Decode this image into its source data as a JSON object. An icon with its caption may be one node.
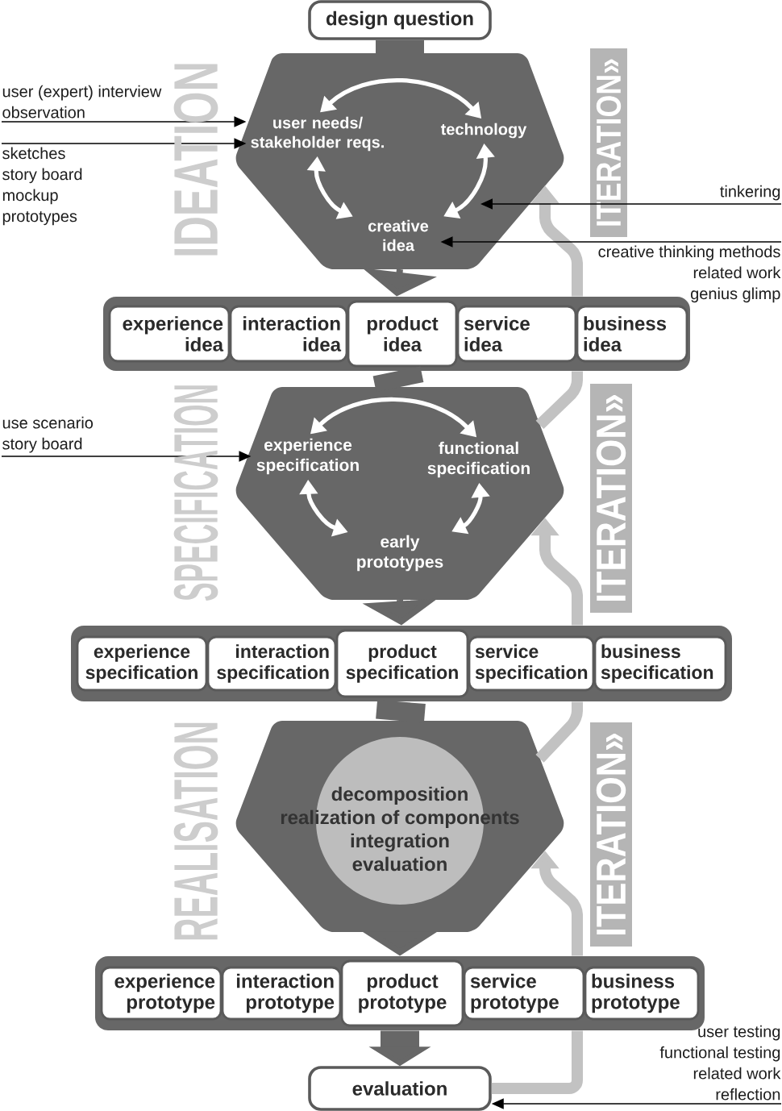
{
  "diagram": {
    "nodes": [
      {
        "text": [
          "design question"
        ]
      },
      {
        "text": [],
        "shape": "hexagon"
      },
      {
        "text": [
          "user needs/ stakeholder reqs."
        ],
        "in": 1
      },
      {
        "text": [
          "technology"
        ],
        "in": 1
      },
      {
        "text": [
          "creative idea"
        ],
        "in": 1
      },
      {
        "text": [],
        "shape": "bar"
      },
      {
        "text": [
          "experience idea"
        ],
        "in": 5
      },
      {
        "text": [
          "interaction idea"
        ],
        "in": 5
      },
      {
        "text": [
          "product idea"
        ],
        "in": 5
      },
      {
        "text": [
          "service idea"
        ],
        "in": 5
      },
      {
        "text": [
          "business idea"
        ],
        "in": 5
      },
      {
        "text": [],
        "shape": "hexagon"
      },
      {
        "text": [
          "experience specification"
        ],
        "in": 11
      },
      {
        "text": [
          "functional specification"
        ],
        "in": 11
      },
      {
        "text": [
          "early prototypes"
        ],
        "in": 11
      },
      {
        "text": [],
        "shape": "bar"
      },
      {
        "text": [
          "experience specification"
        ],
        "in": 15
      },
      {
        "text": [
          "interaction specification"
        ],
        "in": 15
      },
      {
        "text": [
          "product specification"
        ],
        "in": 15
      },
      {
        "text": [
          "service specification"
        ],
        "in": 15
      },
      {
        "text": [
          "business specification"
        ],
        "in": 15
      },
      {
        "text": [],
        "shape": "hexagon"
      },
      {
        "text": [
          "decomposition",
          "realization of components",
          "integration",
          "evaluation"
        ],
        "in": 21
      },
      {
        "text": [],
        "shape": "bar"
      },
      {
        "text": [
          "experience prototype"
        ],
        "in": 23
      },
      {
        "text": [
          "interaction prototype"
        ],
        "in": 23
      },
      {
        "text": [
          "product prototype"
        ],
        "in": 23
      },
      {
        "text": [
          "service prototype"
        ],
        "in": 23
      },
      {
        "text": [
          "business prototype"
        ],
        "in": 23
      },
      {
        "text": [
          "evaluation"
        ]
      },
      {
        "text": [
          "ITERATION»"
        ]
      },
      {
        "text": [
          "ITERATION»"
        ]
      },
      {
        "text": [
          "ITERATION»"
        ]
      },
      {
        "text": [
          "user (expert) interview",
          "observation"
        ]
      },
      {
        "text": [
          "sketches",
          "story board",
          "mockup",
          "prototypes"
        ]
      },
      {
        "text": [
          "tinkering"
        ]
      },
      {
        "text": [
          "creative thinking methods",
          "related work",
          "genius glimp"
        ]
      },
      {
        "text": [
          "use scenario",
          "story board"
        ]
      },
      {
        "text": [
          "user testing",
          "functional testing",
          "related work",
          "reflection"
        ]
      }
    ],
    "edges": [
      {
        "from": 0,
        "to": 1,
        "arrow": "none",
        "style": "thick",
        "color": "#676767"
      },
      {
        "from": 2,
        "to": 3,
        "arrow": "both",
        "color": "#ffffff"
      },
      {
        "from": 2,
        "to": 4,
        "arrow": "both",
        "color": "#ffffff"
      },
      {
        "from": 3,
        "to": 4,
        "arrow": "both",
        "color": "#ffffff"
      },
      {
        "from": 1,
        "to": 5,
        "arrow": "to",
        "color": "#676767"
      },
      {
        "from": 5,
        "to": 11,
        "arrow": "none",
        "style": "thick",
        "color": "#676767"
      },
      {
        "from": 12,
        "to": 13,
        "arrow": "both",
        "color": "#ffffff"
      },
      {
        "from": 12,
        "to": 14,
        "arrow": "both",
        "color": "#ffffff"
      },
      {
        "from": 13,
        "to": 14,
        "arrow": "both",
        "color": "#ffffff"
      },
      {
        "from": 11,
        "to": 15,
        "arrow": "to",
        "color": "#676767"
      },
      {
        "from": 15,
        "to": 21,
        "arrow": "none",
        "style": "thick",
        "color": "#676767"
      },
      {
        "from": 21,
        "to": 23,
        "arrow": "to",
        "color": "#676767"
      },
      {
        "from": 23,
        "to": 29,
        "arrow": "to",
        "style": "thick",
        "color": "#676767"
      },
      {
        "from": 29,
        "to": 23,
        "arrow": "none",
        "style": "thick",
        "color": "#c2c2c2"
      },
      {
        "from": 23,
        "to": 21,
        "arrow": "to",
        "style": "thick",
        "color": "#c2c2c2"
      },
      {
        "from": 21,
        "to": 15,
        "arrow": "none",
        "style": "thick",
        "color": "#c2c2c2"
      },
      {
        "from": 15,
        "to": 11,
        "arrow": "to",
        "style": "thick",
        "color": "#c2c2c2"
      },
      {
        "from": 11,
        "to": 5,
        "arrow": "none",
        "style": "thick",
        "color": "#c2c2c2"
      },
      {
        "from": 5,
        "to": 1,
        "arrow": "to",
        "style": "thick",
        "color": "#c2c2c2"
      },
      {
        "from": 33,
        "to": 2,
        "arrow": "to",
        "color": "#000000"
      },
      {
        "from": 34,
        "to": 2,
        "arrow": "to",
        "color": "#000000"
      },
      {
        "from": 35,
        "to": null,
        "arrow": "to",
        "color": "#000000"
      },
      {
        "from": 36,
        "to": 4,
        "arrow": "to",
        "color": "#000000"
      },
      {
        "from": 37,
        "to": 12,
        "arrow": "to",
        "color": "#000000"
      },
      {
        "from": 38,
        "to": 29,
        "arrow": "to",
        "color": "#000000"
      }
    ],
    "labels": [
      "IDEATION",
      "SPECIFICATION",
      "REALISATION"
    ]
  }
}
